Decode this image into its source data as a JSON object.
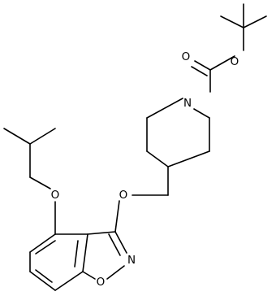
{
  "molecule": {
    "atoms": {
      "carbonyl_o": "O",
      "ester_o": "O",
      "piperidine_n": "N",
      "ether_o_linker": "O",
      "ether_o_isobutoxy": "O",
      "isoxazole_n": "N",
      "isoxazole_o": "O"
    }
  },
  "colors": {
    "bond": "#000000",
    "label": "#000000",
    "background": "#ffffff"
  }
}
